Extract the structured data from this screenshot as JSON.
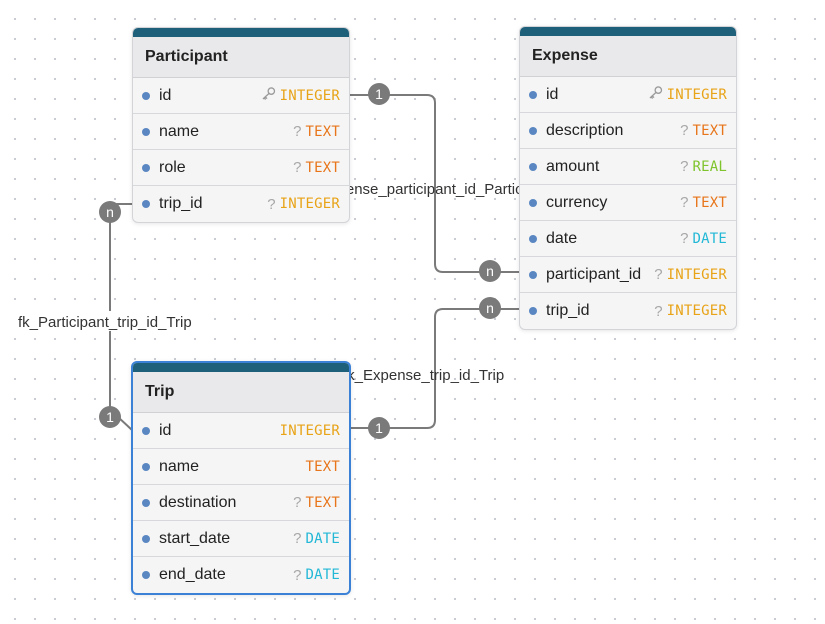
{
  "colors": {
    "INTEGER": "#e8a317",
    "TEXT": "#e8751a",
    "REAL": "#7fc42c",
    "DATE": "#22b8d6"
  },
  "tables": {
    "participant": {
      "name": "Participant",
      "fields": [
        {
          "name": "id",
          "type": "INTEGER",
          "marker": "key-icon"
        },
        {
          "name": "name",
          "type": "TEXT",
          "marker": "?"
        },
        {
          "name": "role",
          "type": "TEXT",
          "marker": "?"
        },
        {
          "name": "trip_id",
          "type": "INTEGER",
          "marker": "?"
        }
      ]
    },
    "expense": {
      "name": "Expense",
      "fields": [
        {
          "name": "id",
          "type": "INTEGER",
          "marker": "key-icon"
        },
        {
          "name": "description",
          "type": "TEXT",
          "marker": "?"
        },
        {
          "name": "amount",
          "type": "REAL",
          "marker": "?"
        },
        {
          "name": "currency",
          "type": "TEXT",
          "marker": "?"
        },
        {
          "name": "date",
          "type": "DATE",
          "marker": "?"
        },
        {
          "name": "participant_id",
          "type": "INTEGER",
          "marker": "?"
        },
        {
          "name": "trip_id",
          "type": "INTEGER",
          "marker": "?"
        }
      ]
    },
    "trip": {
      "name": "Trip",
      "fields": [
        {
          "name": "id",
          "type": "INTEGER",
          "marker": ""
        },
        {
          "name": "name",
          "type": "TEXT",
          "marker": ""
        },
        {
          "name": "destination",
          "type": "TEXT",
          "marker": "?"
        },
        {
          "name": "start_date",
          "type": "DATE",
          "marker": "?"
        },
        {
          "name": "end_date",
          "type": "DATE",
          "marker": "?"
        }
      ]
    }
  },
  "relations": {
    "participant_trip": {
      "label": "fk_Participant_trip_id_Trip",
      "from": "n",
      "to": "1"
    },
    "expense_participant": {
      "label": "fk_Expense_participant_id_Participant",
      "from": "n",
      "to": "1"
    },
    "expense_trip": {
      "label": "fk_Expense_trip_id_Trip",
      "from": "n",
      "to": "1"
    }
  }
}
